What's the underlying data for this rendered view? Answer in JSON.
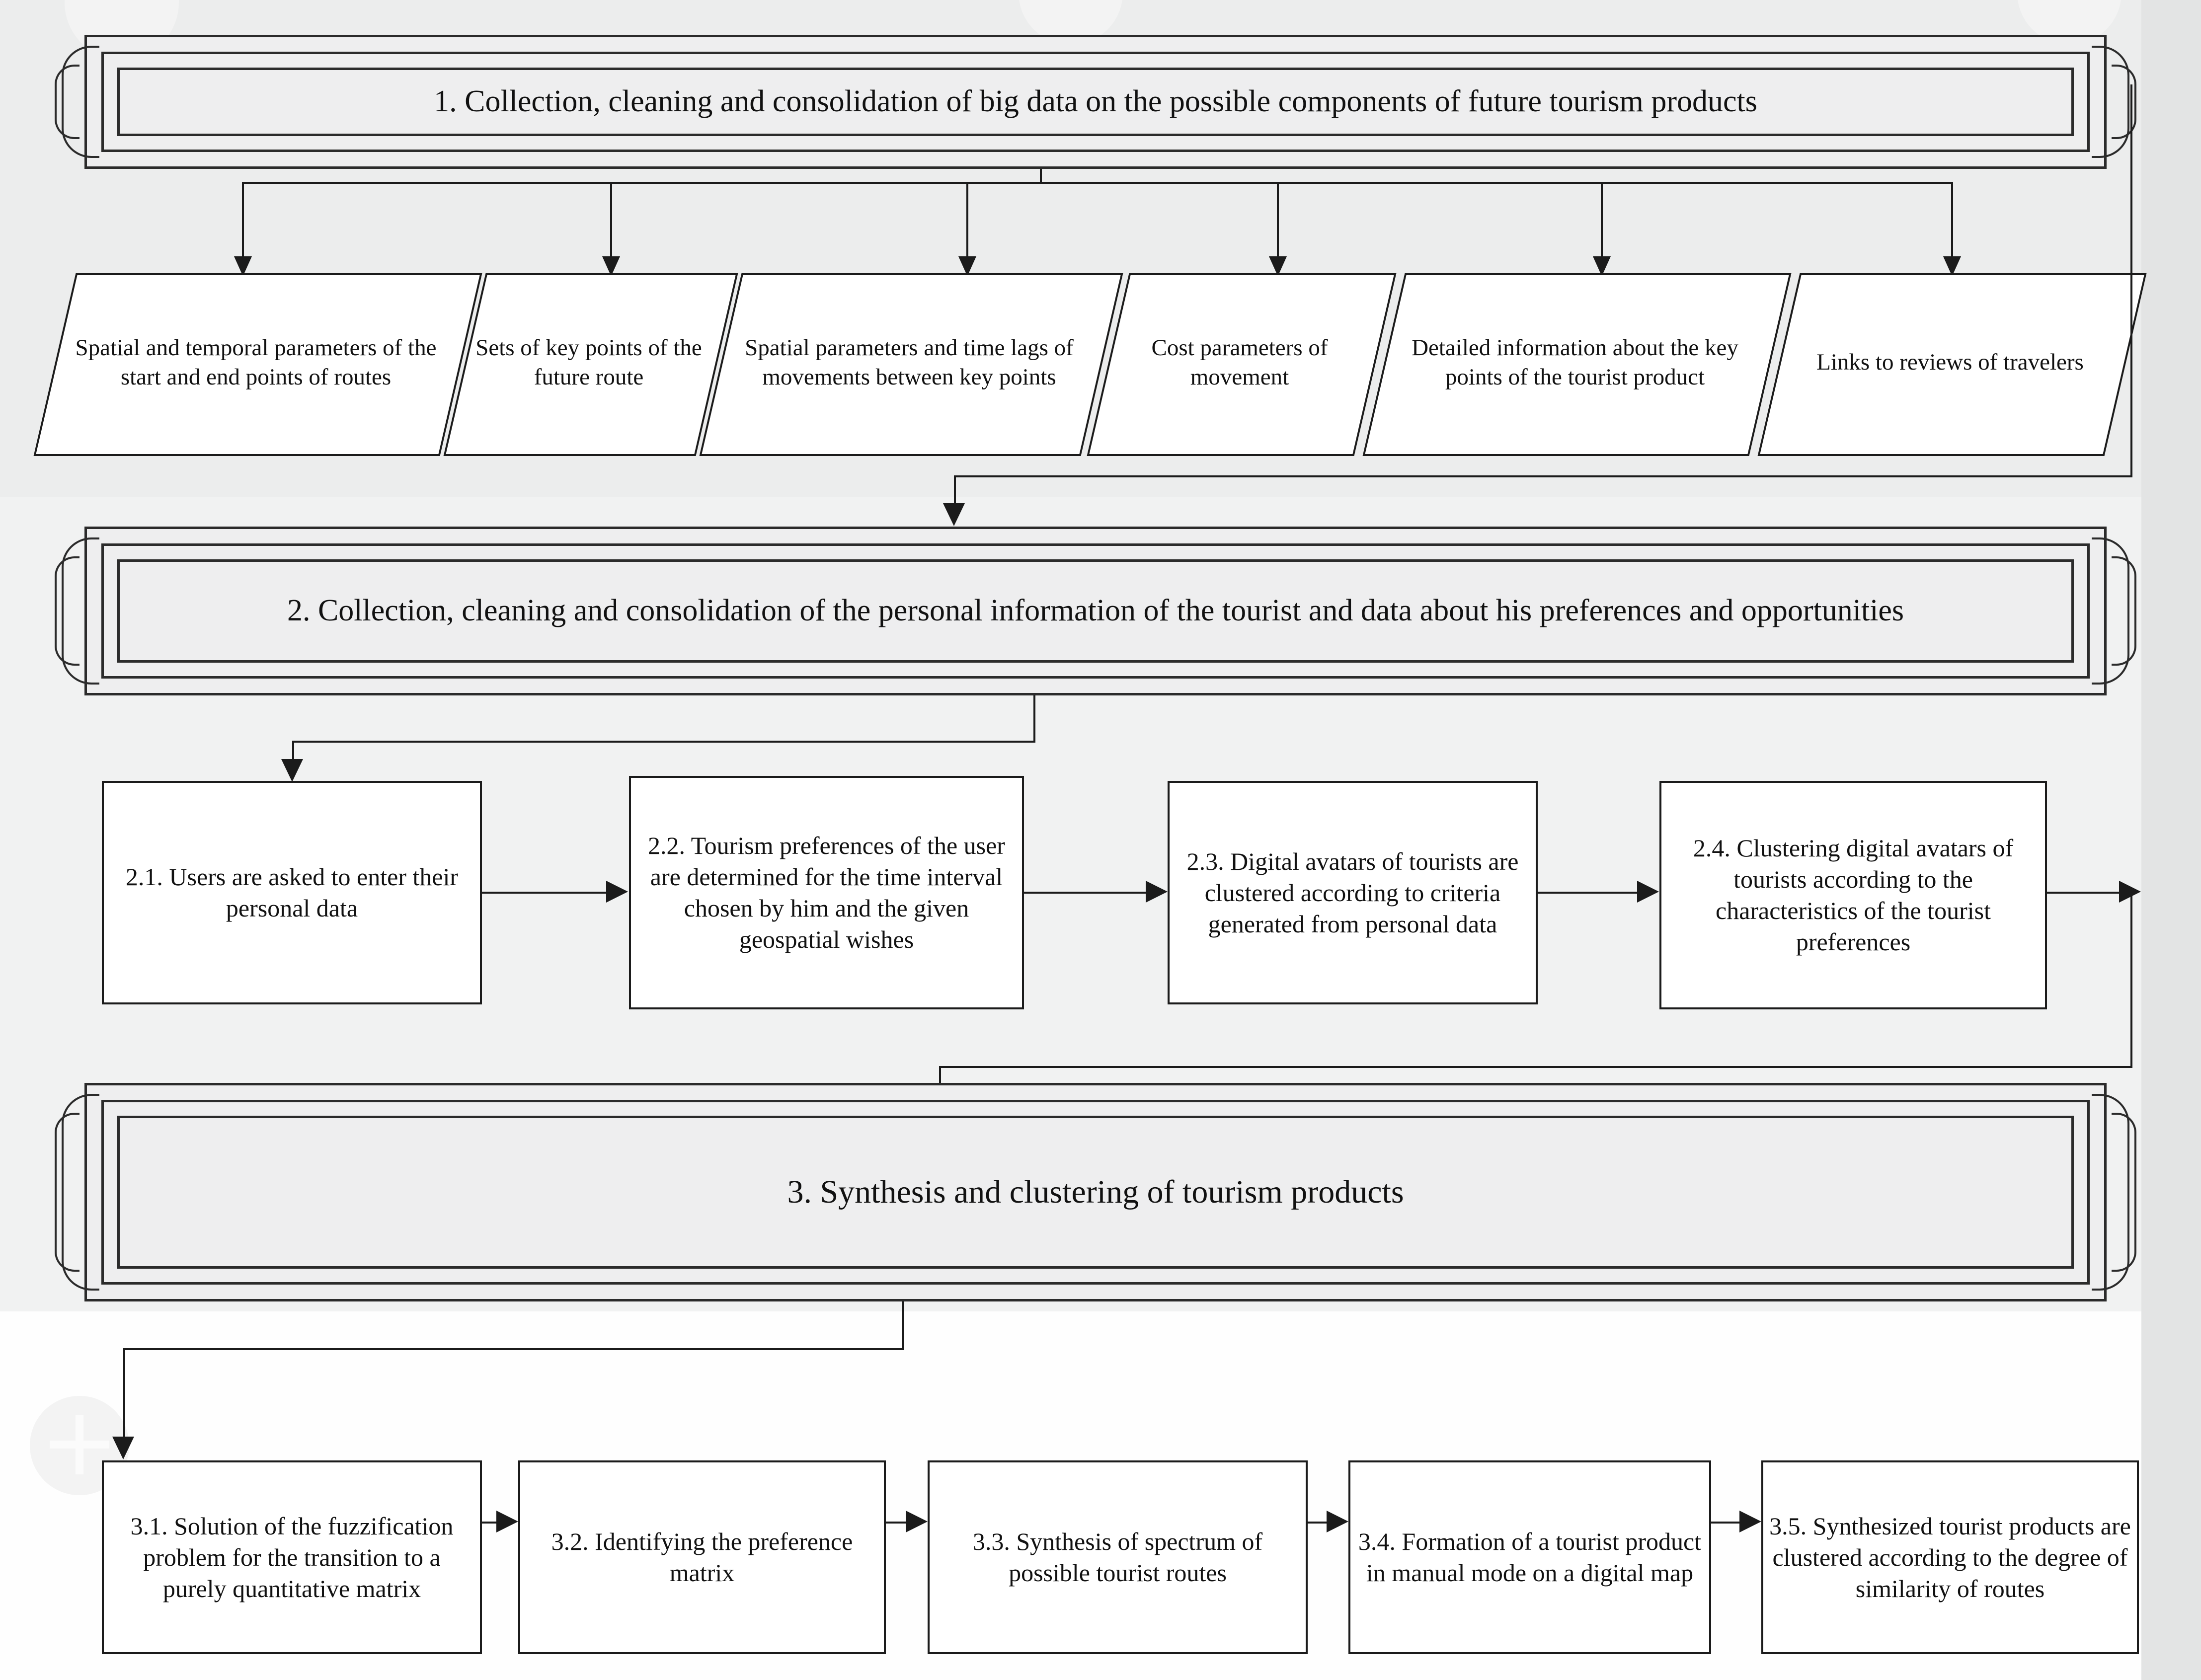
{
  "diagram": {
    "title": "Tourism product synthesis methodology flowchart",
    "colors": {
      "stroke": "#1b1b1b",
      "banner_fill": "#eeeeef",
      "box_fill": "#ffffff",
      "page_top": "#eceded",
      "page_mid": "#f1f2f2",
      "page_bottom": "#fefefe"
    },
    "stages": [
      {
        "id": "stage-1",
        "label": "1. Collection, cleaning and consolidation of big data on the possible components of future tourism products"
      },
      {
        "id": "stage-2",
        "label": "2. Collection, cleaning and consolidation of the personal information of the tourist and data about his preferences and opportunities"
      },
      {
        "id": "stage-3",
        "label": "3. Synthesis and clustering of tourism products"
      }
    ],
    "data_items": [
      {
        "id": "data-1",
        "label": "Spatial and temporal parameters of the start and end points of routes"
      },
      {
        "id": "data-2",
        "label": "Sets of key points of the future route"
      },
      {
        "id": "data-3",
        "label": "Spatial parameters and time lags of movements between key points"
      },
      {
        "id": "data-4",
        "label": "Cost parameters of movement"
      },
      {
        "id": "data-5",
        "label": "Detailed information about the key points of the tourist product"
      },
      {
        "id": "data-6",
        "label": "Links to reviews of travelers"
      }
    ],
    "steps_2": [
      {
        "id": "step-2-1",
        "label": "2.1. Users are asked to enter their personal data"
      },
      {
        "id": "step-2-2",
        "label": "2.2. Tourism preferences of the user are determined for the time interval chosen by him and the given geospatial wishes"
      },
      {
        "id": "step-2-3",
        "label": "2.3. Digital avatars of tourists are clustered according to criteria generated from personal data"
      },
      {
        "id": "step-2-4",
        "label": "2.4. Clustering digital avatars of tourists according to the characteristics of the tourist preferences"
      }
    ],
    "steps_3": [
      {
        "id": "step-3-1",
        "label": "3.1. Solution of the fuzzification problem for the transition to a purely quantitative matrix"
      },
      {
        "id": "step-3-2",
        "label": "3.2. Identifying the preference matrix"
      },
      {
        "id": "step-3-3",
        "label": "3.3. Synthesis of spectrum of possible tourist routes"
      },
      {
        "id": "step-3-4",
        "label": "3.4. Formation of a tourist product in manual mode on a digital map"
      },
      {
        "id": "step-3-5",
        "label": "3.5. Synthesized tourist products are clustered according to the degree of similarity of routes"
      }
    ]
  }
}
